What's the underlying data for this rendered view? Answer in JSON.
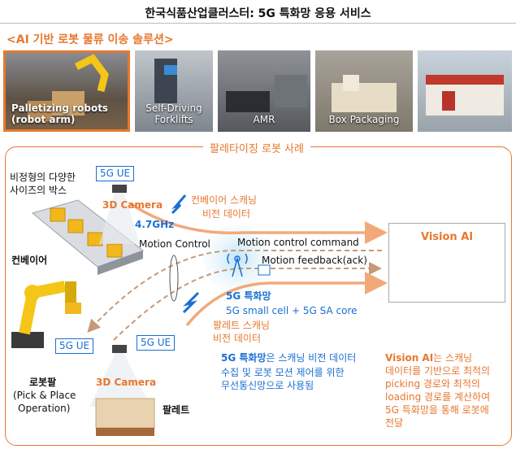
{
  "header": {
    "title": "한국식품산업클러스터: 5G 특화망 응용 서비스",
    "subtitle": "<AI 기반 로봇 물류 이송 솔루션>"
  },
  "thumbnails": [
    {
      "line1": "Palletizing robots",
      "line2": "(robot arm)",
      "selected": true
    },
    {
      "line1": "Self-Driving",
      "line2": "Forklifts",
      "selected": false
    },
    {
      "line1": "AMR",
      "line2": "",
      "selected": false
    },
    {
      "line1": "Box Packaging",
      "line2": "",
      "selected": false
    },
    {
      "line1": "",
      "line2": "",
      "selected": false
    }
  ],
  "panel": {
    "title": "팔레타이징 로봇 사례",
    "box_label_1": "비정형의 다양한",
    "box_label_2": "사이즈의 박스",
    "conveyor_label": "컨베이어",
    "ue_top": "5G UE",
    "camera_top": "3D Camera",
    "freq": "4.7GHz",
    "conv_scan_1": "컨베이어 스캐닝",
    "conv_scan_2": "비전 데이터",
    "motion_control": "Motion Control",
    "motion_cmd": "Motion control command",
    "motion_feedback": "Motion feedback(ack)",
    "vision_ai": "Vision AI",
    "net_name": "5G 특화망",
    "net_desc": "5G small cell + 5G SA core",
    "pallet_scan_1": "팔레트 스캐닝",
    "pallet_scan_2": "비전 데이터",
    "ue_left": "5G UE",
    "ue_right": "5G UE",
    "robot_label": "로봇팔",
    "robot_sub_1": "(Pick & Place",
    "robot_sub_2": "Operation)",
    "camera_bottom": "3D Camera",
    "pallet_label": "팔레트",
    "note_5g_head": "5G 특화망",
    "note_5g_rest": "은 스캐닝 비전 데이터",
    "note_5g_2": "수집 및 로봇 모션 제어를 위한",
    "note_5g_3": "무선통신망으로 사용됨",
    "note_ai_head": "Vision AI",
    "note_ai_rest": "는 스캐닝",
    "note_ai_2": "데이터를 기반으로 최적의",
    "note_ai_3": "picking 경로와 최적의",
    "note_ai_4": "loading 경로를 계산하여",
    "note_ai_5": "5G 특화망을 통해 로봇에",
    "note_ai_6": "전달"
  },
  "colors": {
    "accent": "#e8772e",
    "blue": "#1a6fd1",
    "robot_yellow": "#f5c518"
  }
}
